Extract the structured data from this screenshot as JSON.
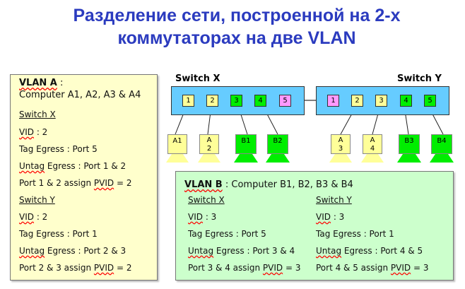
{
  "title": {
    "line1": "Разделение сети, построенной на 2-х",
    "line2": "коммутаторах на две VLAN"
  },
  "vlan_a": {
    "heading": "VLAN A",
    "colon": " :",
    "computers": "Computer A1, A2, A3 & A4",
    "switch_x": {
      "label": "Switch X",
      "vid_label": "VID",
      "vid": " : 2",
      "tag": "Tag Egress : Port 5",
      "untag_label": "Untag",
      "untag": " Egress : Port 1 & 2",
      "assign": "Port 1 & 2 assign ",
      "pvid_label": "PVID",
      "pvid": " = 2"
    },
    "switch_y": {
      "label": "Switch Y",
      "vid_label": "VID",
      "vid": " : 2",
      "tag": "Tag Egress : Port 1",
      "untag_label": "Untag",
      "untag": " Egress : Port 2 & 3",
      "assign": "Port 2 & 3 assign ",
      "pvid_label": "PVID",
      "pvid": " = 2"
    }
  },
  "vlan_b": {
    "heading": "VLAN B",
    "computers": " : Computer B1, B2, B3 & B4",
    "switch_x": {
      "label": "Switch X",
      "vid_label": "VID",
      "vid": " : 3",
      "tag": "Tag Egress : Port 5",
      "untag_label": "Untag",
      "untag": " Egress : Port 3 & 4",
      "assign": "Port 3 & 4 assign ",
      "pvid_label": "PVID",
      "pvid": " = 3"
    },
    "switch_y": {
      "label": "Switch Y",
      "vid_label": "VID",
      "vid": " : 3",
      "tag": "Tag Egress : Port 1",
      "untag_label": "Untag",
      "untag": " Egress : Port 4 & 5",
      "assign": "Port 4 & 5 assign ",
      "pvid_label": "PVID",
      "pvid": " = 3"
    }
  },
  "diagram": {
    "switch_x": "Switch X",
    "switch_y": "Switch Y",
    "ports": [
      "1",
      "2",
      "3",
      "4",
      "5"
    ],
    "computers": {
      "a1": "A1",
      "a2": "A 2",
      "b1": "B1",
      "b2": "B2",
      "a3": "A 3",
      "a4": "A 4",
      "b3": "B3",
      "b4": "B4"
    }
  },
  "colors": {
    "vlan_a": "#ffff99",
    "vlan_b": "#00ee00",
    "trunk": "#ff99ff",
    "switch": "#66ccff"
  }
}
